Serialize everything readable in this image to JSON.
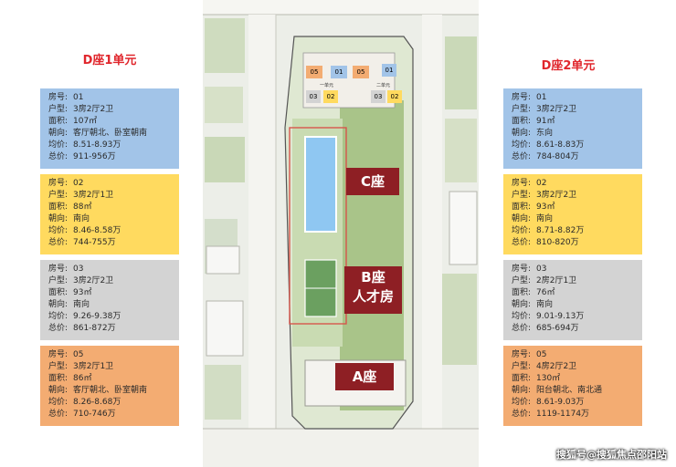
{
  "left_title": "D座1单元",
  "right_title": "D座2单元",
  "field_labels": [
    "房号:",
    "户型:",
    "面积:",
    "朝向:",
    "均价:",
    "总价:"
  ],
  "left_units": [
    {
      "color": "blue",
      "room": "01",
      "layout": "3房2厅2卫",
      "area": "107㎡",
      "orient": "客厅朝北、卧室朝南",
      "avg": "8.51-8.93万",
      "total": "911-956万"
    },
    {
      "color": "yellow",
      "room": "02",
      "layout": "3房2厅1卫",
      "area": "88㎡",
      "orient": "南向",
      "avg": "8.46-8.58万",
      "total": "744-755万"
    },
    {
      "color": "gray",
      "room": "03",
      "layout": "3房2厅2卫",
      "area": "93㎡",
      "orient": "南向",
      "avg": "9.26-9.38万",
      "total": "861-872万"
    },
    {
      "color": "orange",
      "room": "05",
      "layout": "3房2厅1卫",
      "area": "86㎡",
      "orient": "客厅朝北、卧室朝南",
      "avg": "8.26-8.68万",
      "total": "710-746万"
    }
  ],
  "right_units": [
    {
      "color": "blue",
      "room": "01",
      "layout": "3房2厅2卫",
      "area": "91㎡",
      "orient": "东向",
      "avg": "8.61-8.83万",
      "total": "784-804万"
    },
    {
      "color": "yellow",
      "room": "02",
      "layout": "3房2厅2卫",
      "area": "93㎡",
      "orient": "南向",
      "avg": "8.71-8.82万",
      "total": "810-820万"
    },
    {
      "color": "gray",
      "room": "03",
      "layout": "2房2厅1卫",
      "area": "76㎡",
      "orient": "南向",
      "avg": "9.01-9.13万",
      "total": "685-694万"
    },
    {
      "color": "orange",
      "room": "05",
      "layout": "4房2厅2卫",
      "area": "130㎡",
      "orient": "阳台朝北、南北通",
      "avg": "8.61-9.03万",
      "total": "1119-1174万"
    }
  ],
  "map": {
    "building_c": "C座",
    "building_b": "B座",
    "building_b_sub": "人才房",
    "building_a": "A座",
    "unit1_label": "一单元",
    "unit2_label": "二单元",
    "unit_numbers": [
      "05",
      "01",
      "05",
      "01",
      "03",
      "02",
      "03",
      "02"
    ]
  },
  "watermark": "搜狐号@搜狐焦点邵阳站"
}
